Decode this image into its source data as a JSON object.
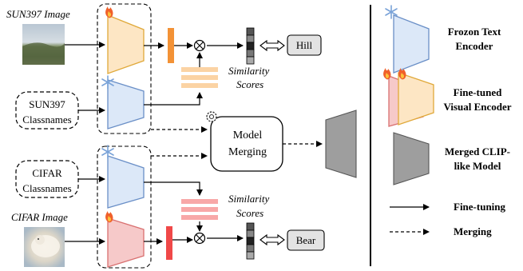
{
  "left": {
    "sun_title": "SUN397 Image",
    "sun_class_line1": "SUN397",
    "sun_class_line2": "Classnames",
    "cifar_class_line1": "CIFAR",
    "cifar_class_line2": "Classnames",
    "cifar_title": "CIFAR Image",
    "sim_top_line1": "Similarity",
    "sim_top_line2": "Scores",
    "sim_bottom_line1": "Similarity",
    "sim_bottom_line2": "Scores",
    "output_top": "Hill",
    "output_bottom": "Bear",
    "merge_line1": "Model",
    "merge_line2": "Merging"
  },
  "legend": {
    "frozen_line1": "Frozon Text",
    "frozen_line2": "Encoder",
    "finetuned_line1": "Fine-tuned",
    "finetuned_line2": "Visual Encoder",
    "merged_line1": "Merged CLIP-",
    "merged_line2": "like Model",
    "finetuning": "Fine-tuning",
    "merging": "Merging"
  },
  "colors": {
    "text_encoder_fill": "#dce8f8",
    "text_encoder_stroke": "#6a8fc7",
    "visual_sun_fill": "#fde6c4",
    "visual_sun_stroke": "#e0a93a",
    "visual_cifar_fill": "#f6c9c9",
    "visual_cifar_stroke": "#d97070",
    "feature_orange": "#f39236",
    "feature_red": "#f04848",
    "score_orange": "#fbd3a4",
    "score_red": "#f8a8a8",
    "merged_fill": "#9e9e9e"
  },
  "icons": [
    "fire-icon",
    "snowflake-icon",
    "gear-icon",
    "multiply-icon",
    "double-arrow-icon"
  ]
}
